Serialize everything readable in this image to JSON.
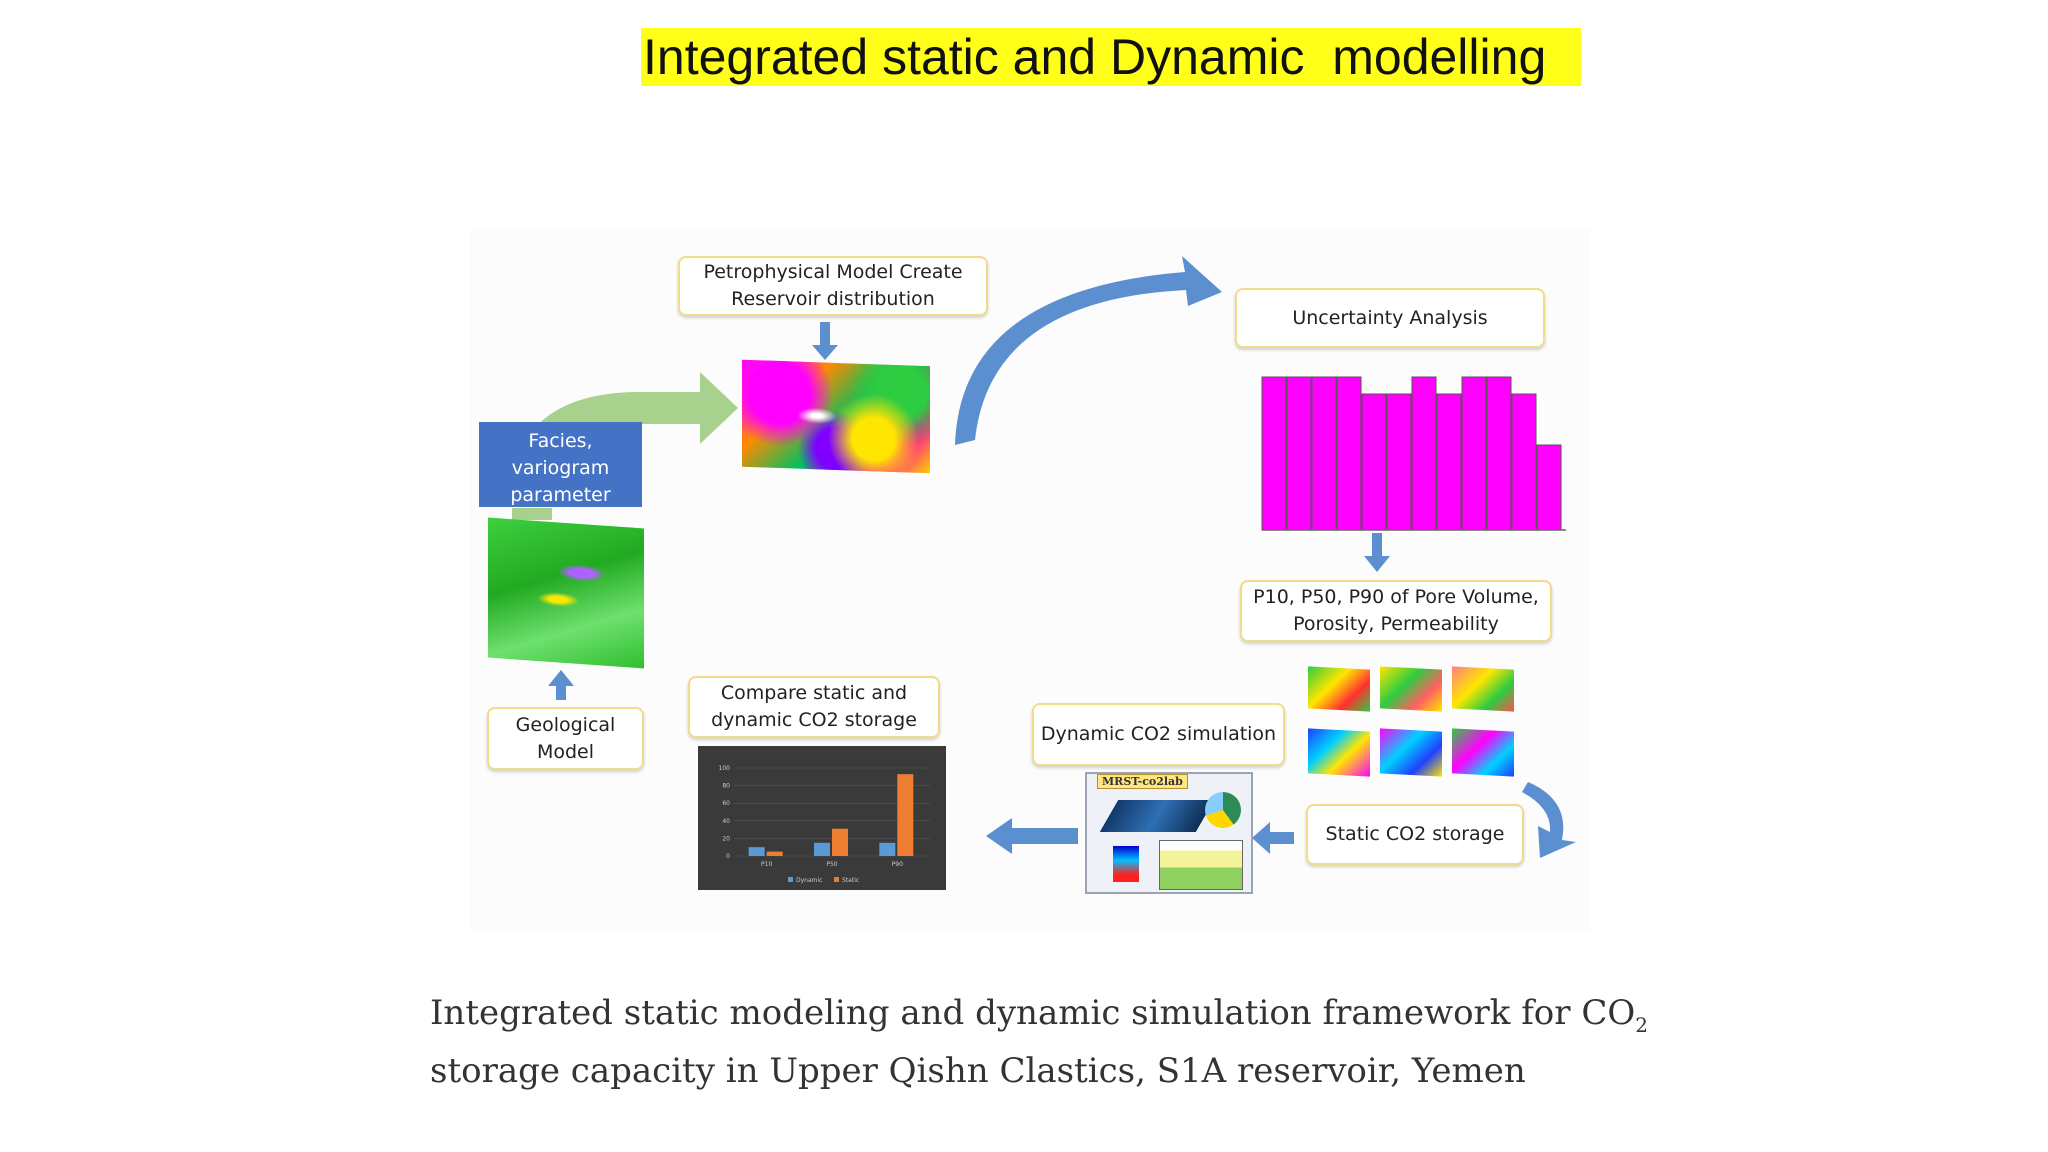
{
  "slide": {
    "title": "Integrated static and Dynamic  modelling",
    "caption_line1_pre": "Integrated static modeling and dynamic simulation framework for CO",
    "caption_line1_sub": "2",
    "caption_line2": "storage capacity in Upper Qishn Clastics, S1A reservoir, Yemen"
  },
  "diagram": {
    "petrophysical_box": "Petrophysical Model Create\nReservoir distribution",
    "uncertainty_box": "Uncertainty Analysis",
    "facies_box": "Facies,\nvariogram\nparameter",
    "geological_box": "Geological\nModel",
    "p_values_box": "P10, P50, P90 of Pore Volume,\nPorosity, Permeability",
    "compare_box": "Compare static and\ndynamic CO2 storage",
    "dynamic_box": "Dynamic CO2 simulation",
    "static_box": "Static CO2 storage",
    "mrst_label": "MRST-co2lab"
  },
  "histogram": {
    "color": "#ff00ff",
    "values": [
      0.9,
      0.9,
      0.9,
      0.9,
      0.8,
      0.8,
      0.9,
      0.8,
      0.9,
      0.9,
      0.8,
      0.5
    ]
  },
  "inset_chart": {
    "categories": [
      "P10",
      "P50",
      "P90"
    ],
    "series": [
      {
        "name": "Dynamic",
        "color": "#5b9bd5",
        "values": [
          10,
          15,
          15
        ]
      },
      {
        "name": "Static",
        "color": "#ed7d31",
        "values": [
          5,
          31,
          93
        ]
      }
    ],
    "ylim": [
      0,
      100
    ],
    "yticks": [
      "100",
      "80",
      "60",
      "40",
      "20",
      "0"
    ]
  },
  "colors": {
    "title_highlight": "#ffff1a",
    "box_border": "#f2dc8a",
    "arrow_blue": "#5b8fd0",
    "arrow_green": "#a9d18e"
  }
}
